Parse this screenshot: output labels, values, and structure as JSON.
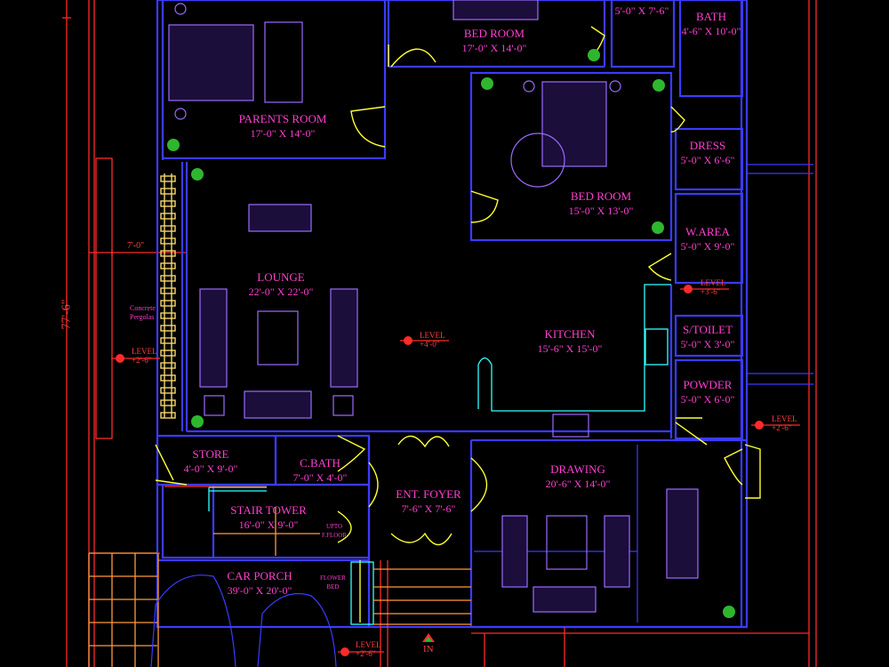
{
  "rooms": [
    {
      "id": "bedroom1",
      "name": "BED ROOM",
      "dim": "17'-0\" X 14'-0\""
    },
    {
      "id": "parents",
      "name": "PARENTS ROOM",
      "dim": "17'-0\" X 14'-0\""
    },
    {
      "id": "bath1",
      "name": "",
      "dim": "5'-0\" X 7'-6\""
    },
    {
      "id": "bath2",
      "name": "BATH",
      "dim": "4'-6\" X 10'-0\""
    },
    {
      "id": "bedroom2",
      "name": "BED ROOM",
      "dim": "15'-0\" X 13'-0\""
    },
    {
      "id": "dress",
      "name": "DRESS",
      "dim": "5'-0\" X 6'-6\""
    },
    {
      "id": "warea",
      "name": "W.AREA",
      "dim": "5'-0\" X 9'-0\""
    },
    {
      "id": "lounge",
      "name": "LOUNGE",
      "dim": "22'-0\" X 22'-0\""
    },
    {
      "id": "kitchen",
      "name": "KITCHEN",
      "dim": "15'-6\" X 15'-0\""
    },
    {
      "id": "stoilet",
      "name": "S/TOILET",
      "dim": "5'-0\" X 3'-0\""
    },
    {
      "id": "powder",
      "name": "POWDER",
      "dim": "5'-0\" X 6'-0\""
    },
    {
      "id": "store",
      "name": "STORE",
      "dim": "4'-0\" X 9'-0\""
    },
    {
      "id": "cbath",
      "name": "C.BATH",
      "dim": "7'-0\" X 4'-0\""
    },
    {
      "id": "foyer",
      "name": "ENT. FOYER",
      "dim": "7'-6\" X 7'-6\""
    },
    {
      "id": "drawing",
      "name": "DRAWING",
      "dim": "20'-6\" X 14'-0\""
    },
    {
      "id": "stair",
      "name": "STAIR TOWER",
      "dim": "16'-0\" X 9'-0\""
    },
    {
      "id": "porch",
      "name": "CAR PORCH",
      "dim": "39'-0\" X 20'-0\""
    }
  ],
  "levels": {
    "center": {
      "title": "LEVEL",
      "value": "+4'-0\""
    },
    "west": {
      "title": "LEVEL",
      "value": "+2'-6\""
    },
    "warea": {
      "title": "LEVEL",
      "value": "+3'-6\""
    },
    "east": {
      "title": "LEVEL",
      "value": "+2'-6\""
    },
    "porch": {
      "title": "LEVEL",
      "value": "+2'-6\""
    }
  },
  "annotations": {
    "overall_dim": "77'-6\"",
    "pergola_dim": "7'-0\"",
    "pergola_note_1": "Concrete",
    "pergola_note_2": "Pergolas",
    "upto_floor_1": "UPTO",
    "upto_floor_2": "F.FLOOR",
    "flower_bed_1": "FLOWER",
    "flower_bed_2": "BED",
    "entry": "IN"
  },
  "colors": {
    "wall": "#3b3bff",
    "label": "#ff3fd0",
    "dimension": "#ff2a2a",
    "door": "#ffff33",
    "fixture": "#33ffff",
    "furniture": "#9b6bff"
  }
}
